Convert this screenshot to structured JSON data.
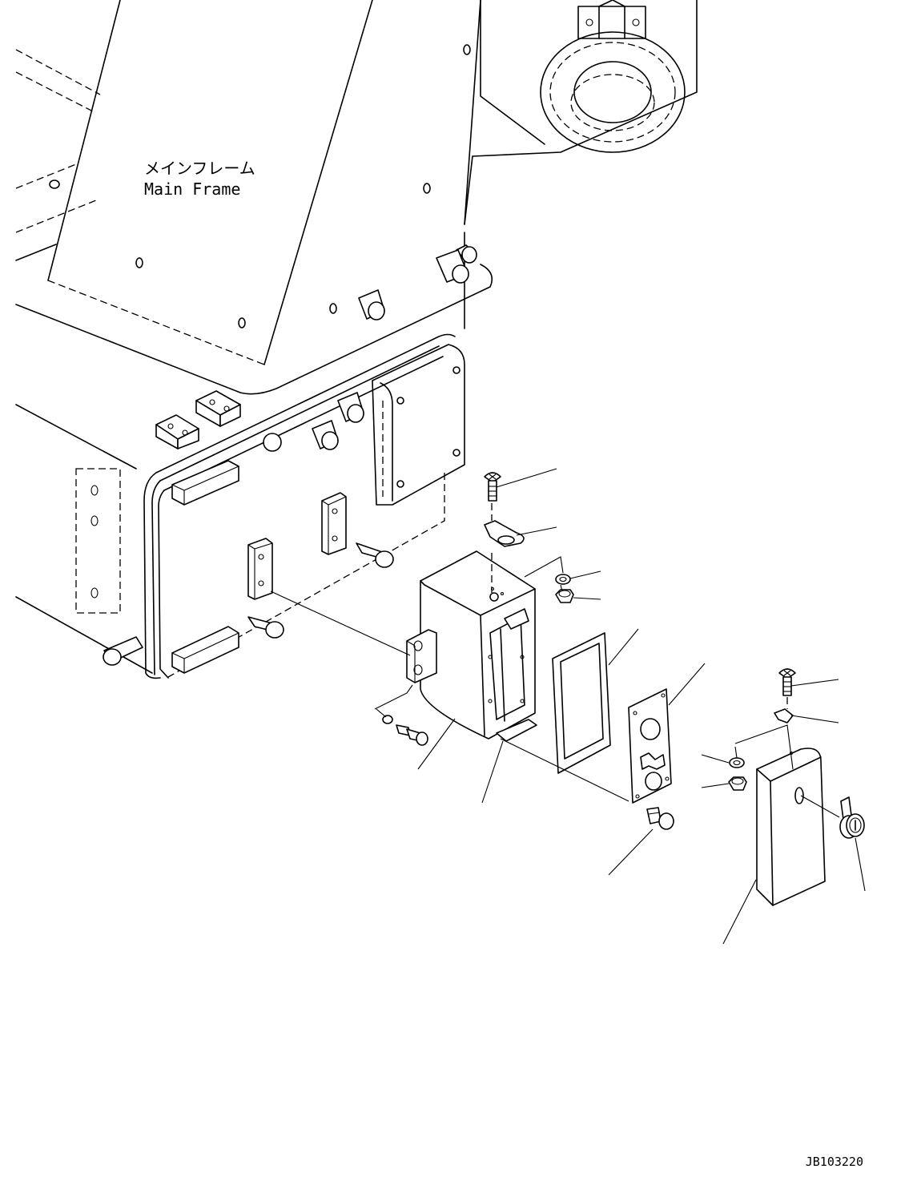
{
  "frame_label": {
    "jp": "メインフレーム",
    "en": "Main Frame"
  },
  "drawing_code": "JB103220",
  "colors": {
    "line": "#000000",
    "background": "#ffffff"
  }
}
